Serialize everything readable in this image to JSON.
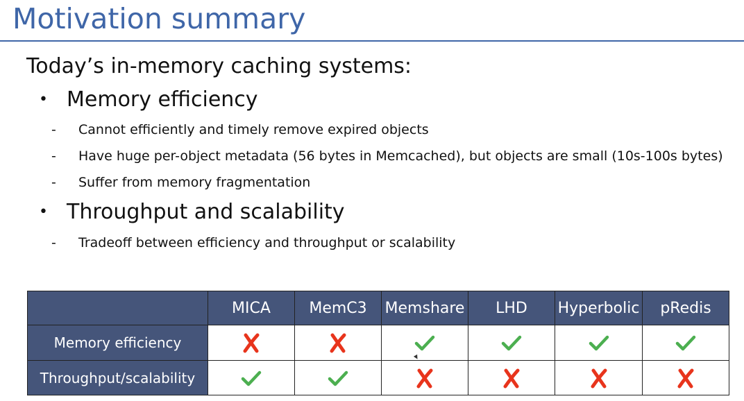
{
  "title": "Motivation summary",
  "intro": "Today’s in-memory caching systems:",
  "bullet_symbol": "•",
  "dash_symbol": "-",
  "sections": [
    {
      "heading": "Memory efficiency",
      "items": [
        "Cannot efficiently and timely remove expired objects",
        "Have huge per-object metadata (56 bytes in Memcached), but objects are small (10s-100s bytes)",
        "Suffer from memory fragmentation"
      ]
    },
    {
      "heading": "Throughput and scalability",
      "items": [
        "Tradeoff between efficiency and throughput or scalability"
      ]
    }
  ],
  "table": {
    "columns": [
      "MICA",
      "MemC3",
      "Memshare",
      "LHD",
      "Hyperbolic",
      "pRedis"
    ],
    "rows": [
      {
        "label": "Memory efficiency",
        "values": [
          false,
          false,
          true,
          true,
          true,
          true
        ]
      },
      {
        "label": "Throughput/scalability",
        "values": [
          true,
          true,
          false,
          false,
          false,
          false
        ]
      }
    ]
  },
  "colors": {
    "title": "#3f66a8",
    "header_bg": "#45557a",
    "check": "#4caf50",
    "cross": "#e8341c"
  },
  "icons": {
    "check": "check-icon",
    "cross": "cross-icon"
  }
}
